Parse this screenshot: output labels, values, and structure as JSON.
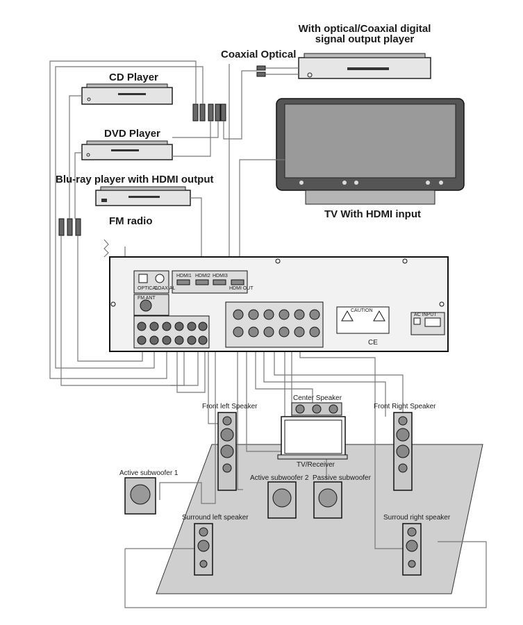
{
  "labels": {
    "optical_player": "With optical/Coaxial digital\nsignal output player",
    "coaxial_optical": "Coaxial Optical",
    "cd_player": "CD Player",
    "dvd_player": "DVD Player",
    "bluray_player": "Blu-ray player with HDMI output",
    "fm_radio": "FM radio",
    "tv_hdmi": "TV With HDMI input",
    "front_left": "Front left Speaker",
    "center": "Center Speaker",
    "front_right": "Front Right Speaker",
    "tv_receiver": "TV/Receiver",
    "active_sub1": "Active subwoofer 1",
    "active_sub2": "Active subwoofer 2",
    "passive_sub": "Passive subwoofer",
    "surround_left": "Surround left speaker",
    "surround_right": "Surroud right speaker",
    "ce_mark": "CE"
  },
  "receiver_panel": {
    "hdmi_in": [
      "HDMI1",
      "HDMI2",
      "HDMI3"
    ],
    "hdmi_out": "HDMI OUT",
    "optical": "OPTICAL",
    "coaxial": "COAXIAL",
    "fm_ant": "FM ANT",
    "ac_input": "AC INPUT",
    "warning": "CAUTION"
  }
}
